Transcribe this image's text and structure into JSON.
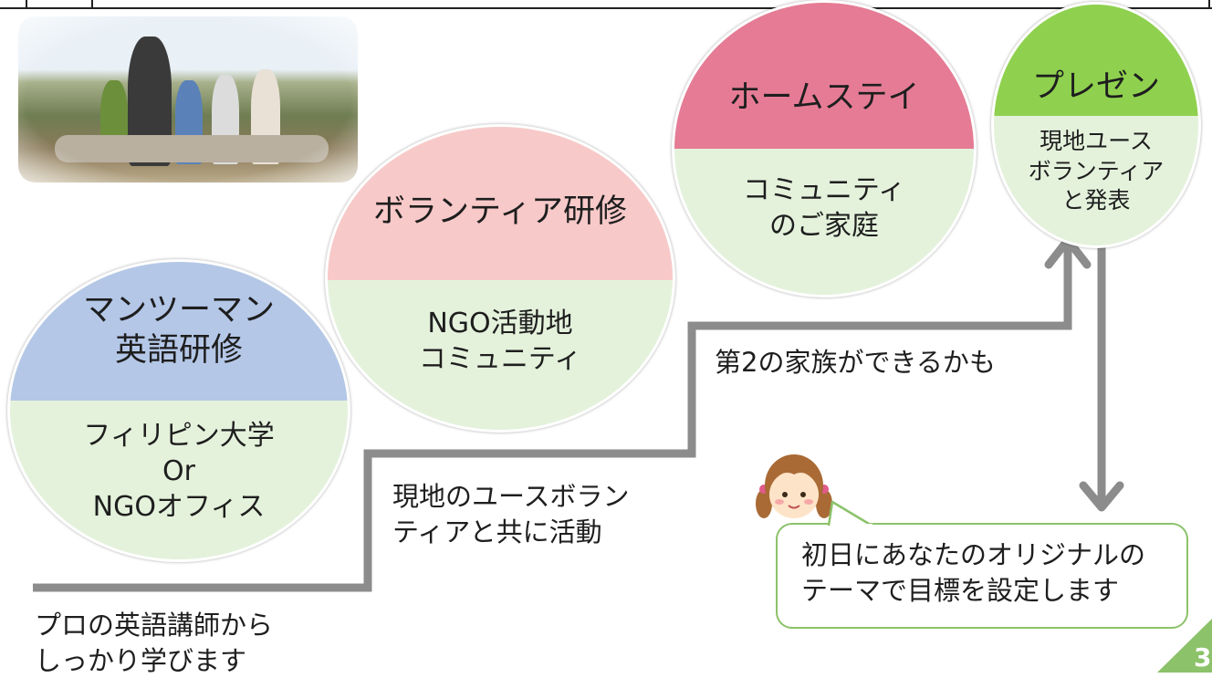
{
  "circles": {
    "c1": {
      "title": "マンツーマン\n英語研修",
      "body": "フィリピン大学\nOr\nNGOオフィス",
      "title_color": "#b4c7e7"
    },
    "c2": {
      "title": "ボランティア研修",
      "body": "NGO活動地\nコミュニティ",
      "title_color": "#f8c9c9"
    },
    "c3": {
      "title": "ホームステイ",
      "body": "コミュニティ\nのご家庭",
      "title_color": "#e57b95"
    },
    "c4": {
      "title": "プレゼン",
      "body": "現地ユース\nボランティア\nと発表",
      "title_color": "#8fd14f"
    }
  },
  "labels": {
    "step1": "プロの英語講師から\nしっかり学びます",
    "step2": "現地のユースボラン\nティアと共に活動",
    "step3": "第2の家族ができるかも"
  },
  "bubble": {
    "text": "初日にあなたのオリジナルの\nテーマで目標を設定します"
  },
  "page_number": "3",
  "icons": {
    "photo": "group-photo",
    "girl": "girl-icon",
    "arrow": "arrow-path-icon"
  },
  "colors": {
    "circle_body": "#e4f2dc",
    "arrow": "#8c8c8c",
    "bubble_border": "#8cc26a",
    "page_tab": "#8cc26a"
  }
}
